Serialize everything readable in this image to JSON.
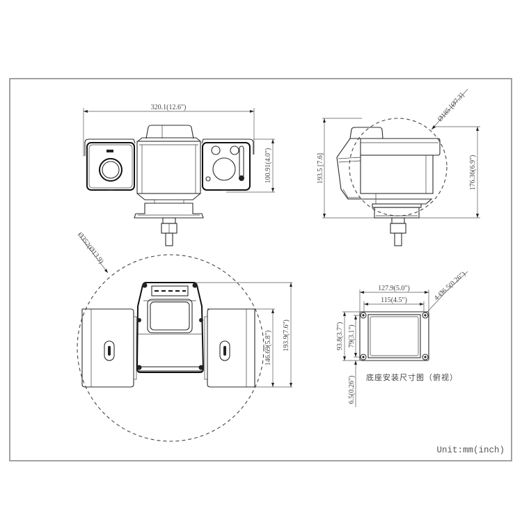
{
  "document": {
    "type": "technical dimension drawing",
    "unit_label": "Unit:mm(inch)"
  },
  "front_view": {
    "width_dim": "320.1(12.6\")",
    "housing_height_dim": "100.91(4.0\")"
  },
  "side_view": {
    "dome_diameter_dim": "Ø185 [Ø7.3]",
    "total_height_dim": "193.5 [7.6]",
    "body_height_dim": "176.36(6.9\")"
  },
  "bottom_view": {
    "rotation_diameter_dim": "Ø352(Ø13.9)",
    "housing_depth_dim": "146.69(5.8\")",
    "total_depth_dim": "193.9(7.6\")"
  },
  "base_view": {
    "outer_width_dim": "127.9(5.0\")",
    "hole_spacing_width_dim": "115(4.5\")",
    "outer_depth_dim": "93.8(3.7\")",
    "hole_spacing_depth_dim": "79(3.1\")",
    "hole_dim": "4-Ø6.5(0.26\")",
    "plate_thickness_dim": "6.5(0.26\")",
    "caption": "底座安装尺寸图（俯视）"
  },
  "colors": {
    "line": "#2a2a2a",
    "dimension": "#555555",
    "frame": "#8a8a8a",
    "background": "#ffffff"
  }
}
